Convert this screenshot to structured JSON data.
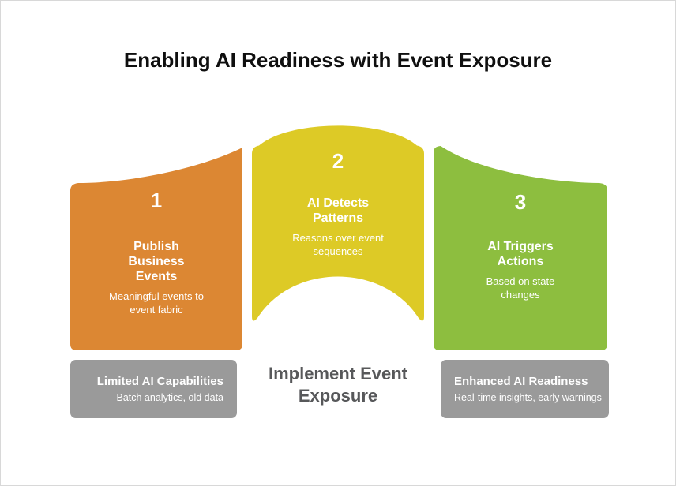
{
  "title": "Enabling AI Readiness with Event Exposure",
  "colors": {
    "panel1": "#DC8733",
    "panel2": "#DDCA26",
    "panel3": "#8DBE3F",
    "footerBox": "#9A9A9A",
    "centerLabel": "#57585A",
    "titleText": "#0F0F0F",
    "panelText": "#FFFFFF"
  },
  "panels": [
    {
      "number": "1",
      "title": [
        "Publish",
        "Business",
        "Events"
      ],
      "subtitle": [
        "Meaningful events to",
        "event fabric"
      ]
    },
    {
      "number": "2",
      "title": [
        "AI Detects",
        "Patterns"
      ],
      "subtitle": [
        "Reasons over event",
        "sequences"
      ]
    },
    {
      "number": "3",
      "title": [
        "AI Triggers",
        "Actions"
      ],
      "subtitle": [
        "Based on state",
        "changes"
      ]
    }
  ],
  "footer": {
    "left_box": {
      "title": "Limited AI Capabilities",
      "subtitle": "Batch analytics, old data"
    },
    "center_label": [
      "Implement Event",
      "Exposure"
    ],
    "right_box": {
      "title": "Enhanced AI Readiness",
      "subtitle": "Real-time insights, early warnings"
    }
  }
}
